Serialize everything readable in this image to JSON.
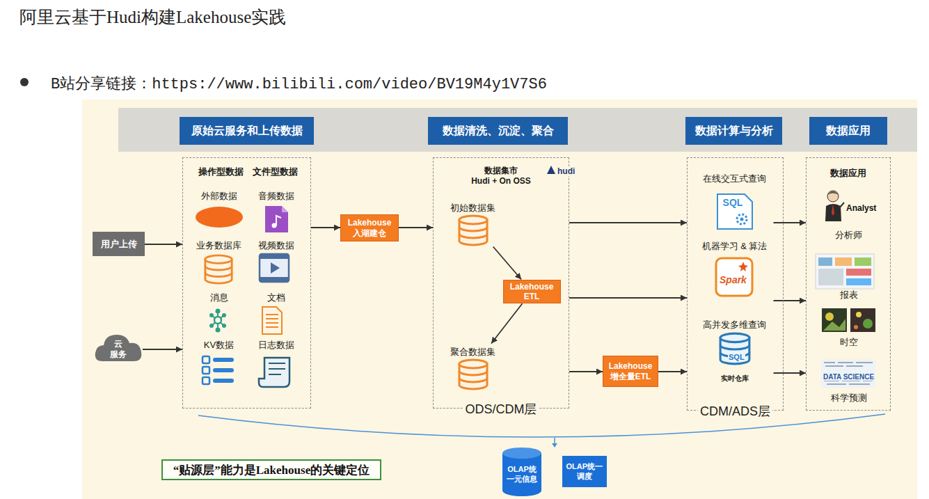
{
  "diagram": {
    "title": "阿里云基于Hudi构建Lakehouse实践",
    "nodes": [
      {
        "text": [
          "原始云服务和上传数据"
        ]
      },
      {
        "text": [
          "数据清洗、沉淀、聚合"
        ]
      },
      {
        "text": [
          "数据计算与分析"
        ]
      },
      {
        "text": [
          "数据应用"
        ]
      },
      {
        "text": [
          "用户上传"
        ]
      },
      {
        "text": [
          "云 服务"
        ]
      },
      {
        "text": [
          "操作型数据",
          "文件型数据"
        ]
      },
      {
        "text": [
          "外部数据"
        ],
        "in": 6
      },
      {
        "text": [
          "音频数据"
        ],
        "in": 6
      },
      {
        "text": [
          "业务数据库"
        ],
        "in": 6
      },
      {
        "text": [
          "视频数据"
        ],
        "in": 6
      },
      {
        "text": [
          "消息"
        ],
        "in": 6
      },
      {
        "text": [
          "文档"
        ],
        "in": 6
      },
      {
        "text": [
          "KV数据"
        ],
        "in": 6
      },
      {
        "text": [
          "日志数据"
        ],
        "in": 6
      },
      {
        "text": [
          "Lakehouse 入湖建仓"
        ]
      },
      {
        "text": [
          "数据集市",
          "Hudi + On OSS",
          "ODS/CDM层"
        ]
      },
      {
        "text": [
          "初始数据集"
        ],
        "in": 16
      },
      {
        "text": [
          "Lakehouse ETL"
        ],
        "in": 16
      },
      {
        "text": [
          "聚合数据集"
        ],
        "in": 16
      },
      {
        "text": [
          "Lakehouse 增全量ETL"
        ]
      },
      {
        "text": [
          "CDM/ADS层"
        ]
      },
      {
        "text": [
          "在线交互式查询"
        ],
        "in": 21
      },
      {
        "text": [
          "机器学习 & 算法"
        ],
        "in": 21
      },
      {
        "text": [
          "高并发多维查询",
          "实时仓库"
        ],
        "in": 21
      },
      {
        "text": [
          "数据应用"
        ]
      },
      {
        "text": [
          "分析师"
        ],
        "in": 25
      },
      {
        "text": [
          "报表"
        ],
        "in": 25
      },
      {
        "text": [
          "时空"
        ],
        "in": 25
      },
      {
        "text": [
          "科学预测"
        ],
        "in": 25
      },
      {
        "text": [
          "OLAP统 一元信息"
        ]
      },
      {
        "text": [
          "OLAP统一 调度"
        ]
      },
      {
        "text": [
          "“贴源层”能力是Lakehouse的关键定位"
        ]
      }
    ],
    "edges": [
      {
        "from": 4,
        "to": 6,
        "arrow": "to"
      },
      {
        "from": 5,
        "to": 6,
        "arrow": "to"
      },
      {
        "from": 6,
        "to": 15,
        "arrow": "to"
      },
      {
        "from": 15,
        "to": 16,
        "arrow": "to"
      },
      {
        "from": 17,
        "to": 18,
        "arrow": "to"
      },
      {
        "from": 18,
        "to": 19,
        "arrow": "to"
      },
      {
        "from": 16,
        "to": 21,
        "arrow": "to"
      },
      {
        "from": 16,
        "to": 21,
        "arrow": "to"
      },
      {
        "from": 16,
        "to": 20,
        "arrow": "to"
      },
      {
        "from": 20,
        "to": 21,
        "arrow": "to"
      },
      {
        "from": 22,
        "to": 25,
        "arrow": "to"
      },
      {
        "from": 23,
        "to": 25,
        "arrow": "to"
      },
      {
        "from": 24,
        "to": 25,
        "arrow": "to"
      }
    ],
    "labels": [
      "B站分享链接：https://www.bilibili.com/video/BV19M4y1V7S6",
      "hudi",
      "SQL",
      "Spark",
      "SQL",
      "Analyst",
      "DATA SCIENCE"
    ]
  }
}
